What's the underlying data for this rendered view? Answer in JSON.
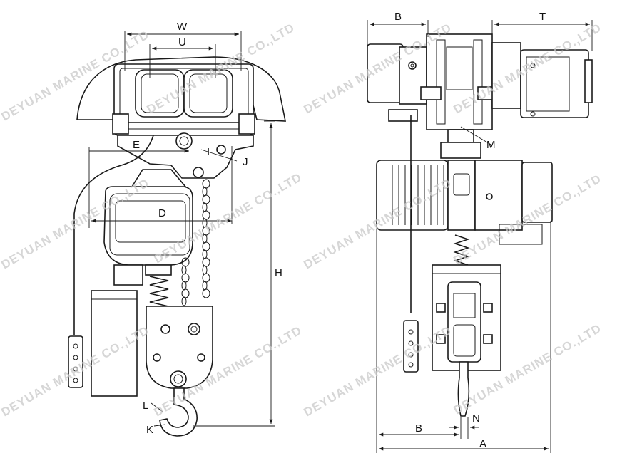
{
  "watermark": "DEYUAN MARINE CO.,LTD",
  "left_view": {
    "labels": {
      "W": "W",
      "U": "U",
      "E": "E",
      "I": "I",
      "J": "J",
      "D": "D",
      "H": "H",
      "L": "L",
      "K": "K"
    }
  },
  "right_view": {
    "labels": {
      "B_top": "B",
      "T": "T",
      "M": "M",
      "B_bottom": "B",
      "N": "N",
      "A": "A"
    }
  },
  "colors": {
    "line": "#1a1a1a",
    "watermark": "#c9c9c9"
  }
}
